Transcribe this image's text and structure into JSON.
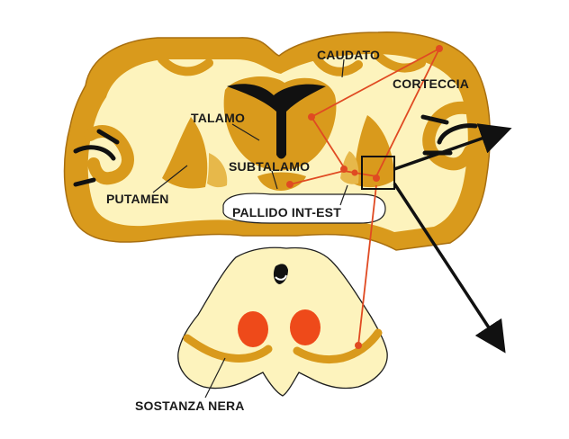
{
  "diagram": {
    "labels": {
      "caudato": "CAUDATO",
      "corteccia": "CORTECCIA",
      "talamo": "TALAMO",
      "subtalamo": "SUBTALAMO",
      "putamen": "PUTAMEN",
      "pallido": "PALLIDO INT-EST",
      "sostanza_nera": "SOSTANZA NERA"
    },
    "colors": {
      "gray_matter": "#d99a1c",
      "white_matter": "#fdf3bd",
      "outline": "#1f1f1f",
      "pathway": "#e04a22",
      "nucleus": "#ee4a1a",
      "ventricle": "#111111"
    }
  }
}
